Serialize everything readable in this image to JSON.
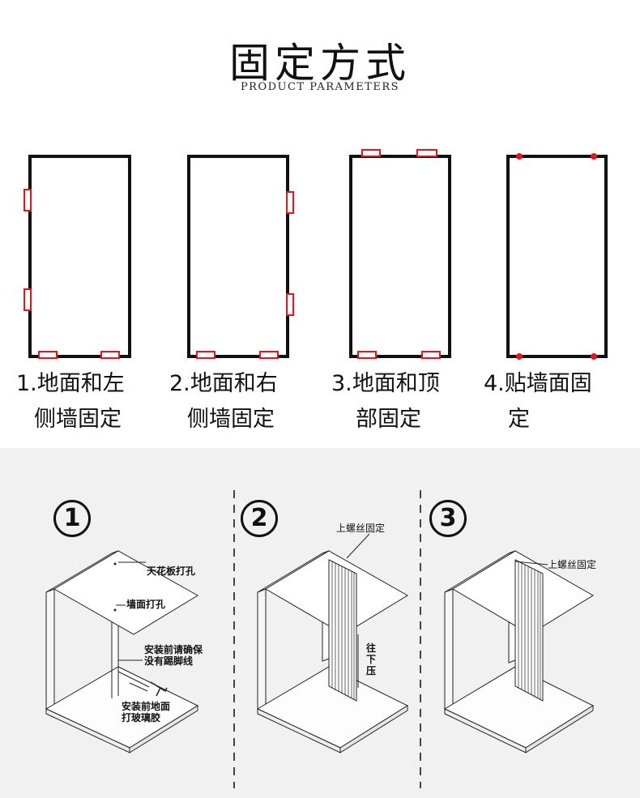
{
  "header": {
    "title": "固定方式",
    "subtitle": "PRODUCT PARAMETERS"
  },
  "methods": [
    {
      "line1": "1.地面和左",
      "line2": "侧墙固定"
    },
    {
      "line1": "2.地面和右",
      "line2": "侧墙固定"
    },
    {
      "line1": "3.地面和顶",
      "line2": "部固定"
    },
    {
      "line1": "4.贴墙面固",
      "line2": "定"
    }
  ],
  "steps": {
    "numbers": [
      "1",
      "2",
      "3"
    ],
    "step1": {
      "ceiling_note": "天花板打孔",
      "wall_note": "墙面打孔",
      "baseboard_note_line1": "安装前请确保",
      "baseboard_note_line2": "没有踢脚线",
      "floor_note_line1": "安装前地面",
      "floor_note_line2": "打玻璃胶"
    },
    "step2": {
      "screw_note": "上螺丝固定",
      "press_note_line1": "往",
      "press_note_line2": "下",
      "press_note_line3": "压"
    },
    "step3": {
      "screw_note": "上螺丝固定"
    }
  },
  "colors": {
    "frame": "#111111",
    "fixing_point": "#e8141b",
    "panel_bg": "#f1f1f1"
  }
}
